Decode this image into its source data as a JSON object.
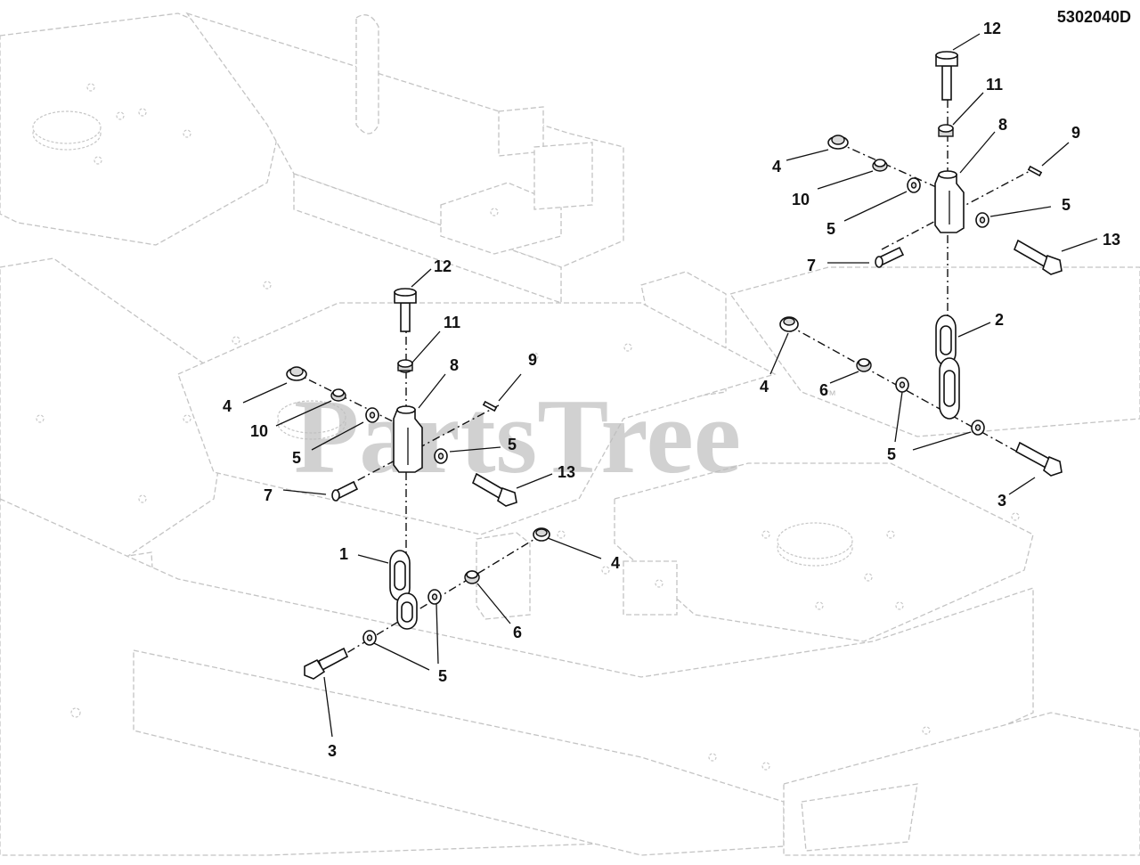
{
  "diagram_id": "5302040D",
  "watermark": "PartsTree",
  "watermark_tm": "™",
  "callouts": {
    "left": {
      "c12": "12",
      "c11": "11",
      "c8": "8",
      "c9": "9",
      "c4": "4",
      "c10": "10",
      "c5a": "5",
      "c5b": "5",
      "c13": "13",
      "c7": "7",
      "c1": "1",
      "c4b": "4",
      "c6": "6",
      "c5c": "5",
      "c3": "3"
    },
    "right": {
      "c12": "12",
      "c11": "11",
      "c8": "8",
      "c9": "9",
      "c4": "4",
      "c10": "10",
      "c5a": "5",
      "c5b": "5",
      "c13": "13",
      "c7": "7",
      "c2": "2",
      "c4b": "4",
      "c6": "6",
      "c5c": "5",
      "c3": "3"
    }
  }
}
